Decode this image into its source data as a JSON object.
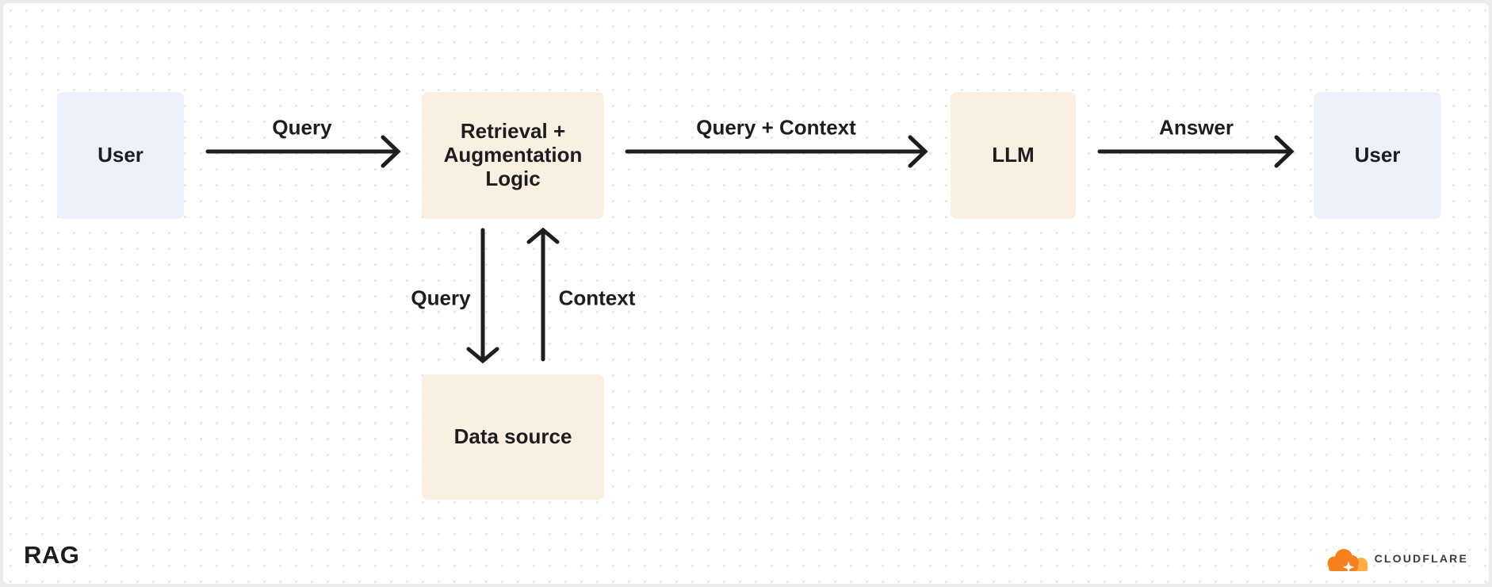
{
  "page": {
    "title_label": "RAG"
  },
  "diagram": {
    "nodes": [
      {
        "id": "user-left",
        "label": "User",
        "kind": "user"
      },
      {
        "id": "retrieval",
        "label": "Retrieval + Augmentation Logic",
        "kind": "process"
      },
      {
        "id": "llm",
        "label": "LLM",
        "kind": "process"
      },
      {
        "id": "user-right",
        "label": "User",
        "kind": "user"
      },
      {
        "id": "data-source",
        "label": "Data source",
        "kind": "process"
      }
    ],
    "edges": [
      {
        "from": "user-left",
        "to": "retrieval",
        "label": "Query",
        "direction": "right"
      },
      {
        "from": "retrieval",
        "to": "llm",
        "label": "Query + Context",
        "direction": "right"
      },
      {
        "from": "llm",
        "to": "user-right",
        "label": "Answer",
        "direction": "right"
      },
      {
        "from": "retrieval",
        "to": "data-source",
        "label": "Query",
        "direction": "down"
      },
      {
        "from": "data-source",
        "to": "retrieval",
        "label": "Context",
        "direction": "up"
      }
    ]
  },
  "branding": {
    "logo_icon": "cloudflare-cloud-logo",
    "wordmark": "CLOUDFLARE"
  },
  "colors": {
    "user_node_bg": "#ECF1FC",
    "process_node_bg": "#FAF0E2",
    "arrow": "#1E1E1E",
    "text": "#1D1D1F",
    "canvas_bg": "#FFFFFF",
    "dot_grid": "#E7E7E7",
    "frame": "#ECECEC",
    "cloudflare_orange": "#F6821F",
    "cloudflare_light_orange": "#FBAD41"
  }
}
